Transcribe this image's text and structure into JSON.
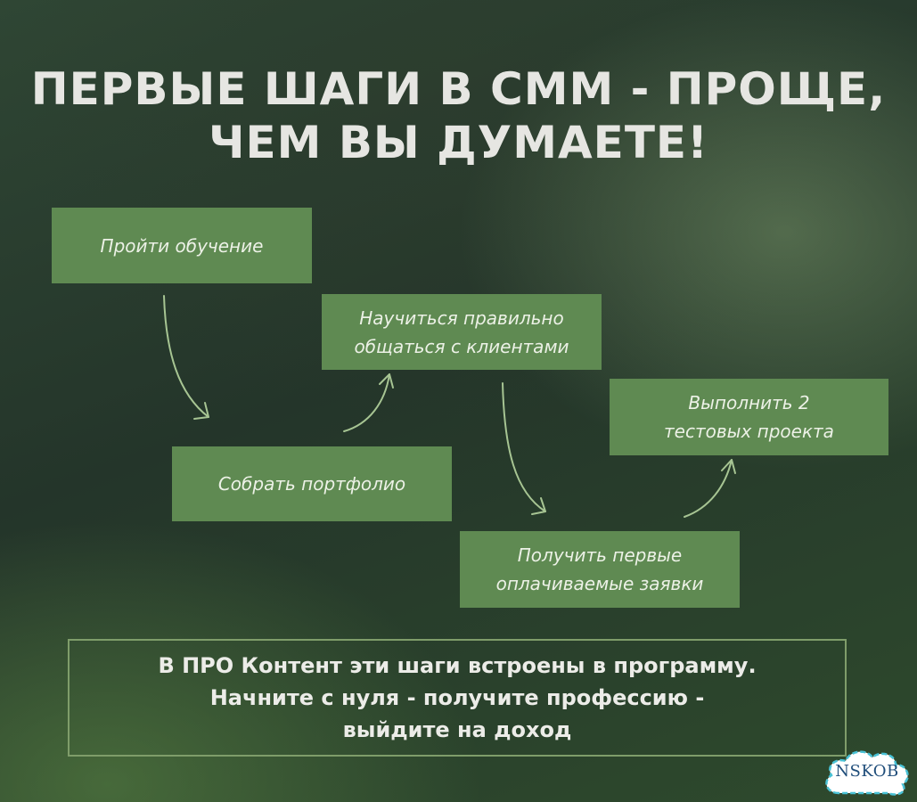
{
  "title": {
    "line1": "ПЕРВЫЕ ШАГИ В СММ - ПРОЩЕ,",
    "line2": "ЧЕМ ВЫ ДУМАЕТЕ!"
  },
  "steps": {
    "step1": {
      "line1": "Пройти обучение"
    },
    "step2": {
      "line1": "Научиться правильно",
      "line2": "общаться с клиентами"
    },
    "step3": {
      "line1": "Выполнить 2",
      "line2": "тестовых проекта"
    },
    "step4": {
      "line1": "Собрать портфолио"
    },
    "step5": {
      "line1": "Получить первые",
      "line2": "оплачиваемые заявки"
    }
  },
  "info": {
    "line1": "В ПРО Контент эти шаги встроены в программу.",
    "line2": "Начните с нуля - получите профессию -",
    "line3": "выйдите на доход"
  },
  "badge": {
    "text": "NSKOB"
  },
  "colors": {
    "step_fill": "#5f8a52",
    "arrow": "#a7c593",
    "text_light": "#e6e6e2",
    "badge_text": "#1f4d7a"
  }
}
